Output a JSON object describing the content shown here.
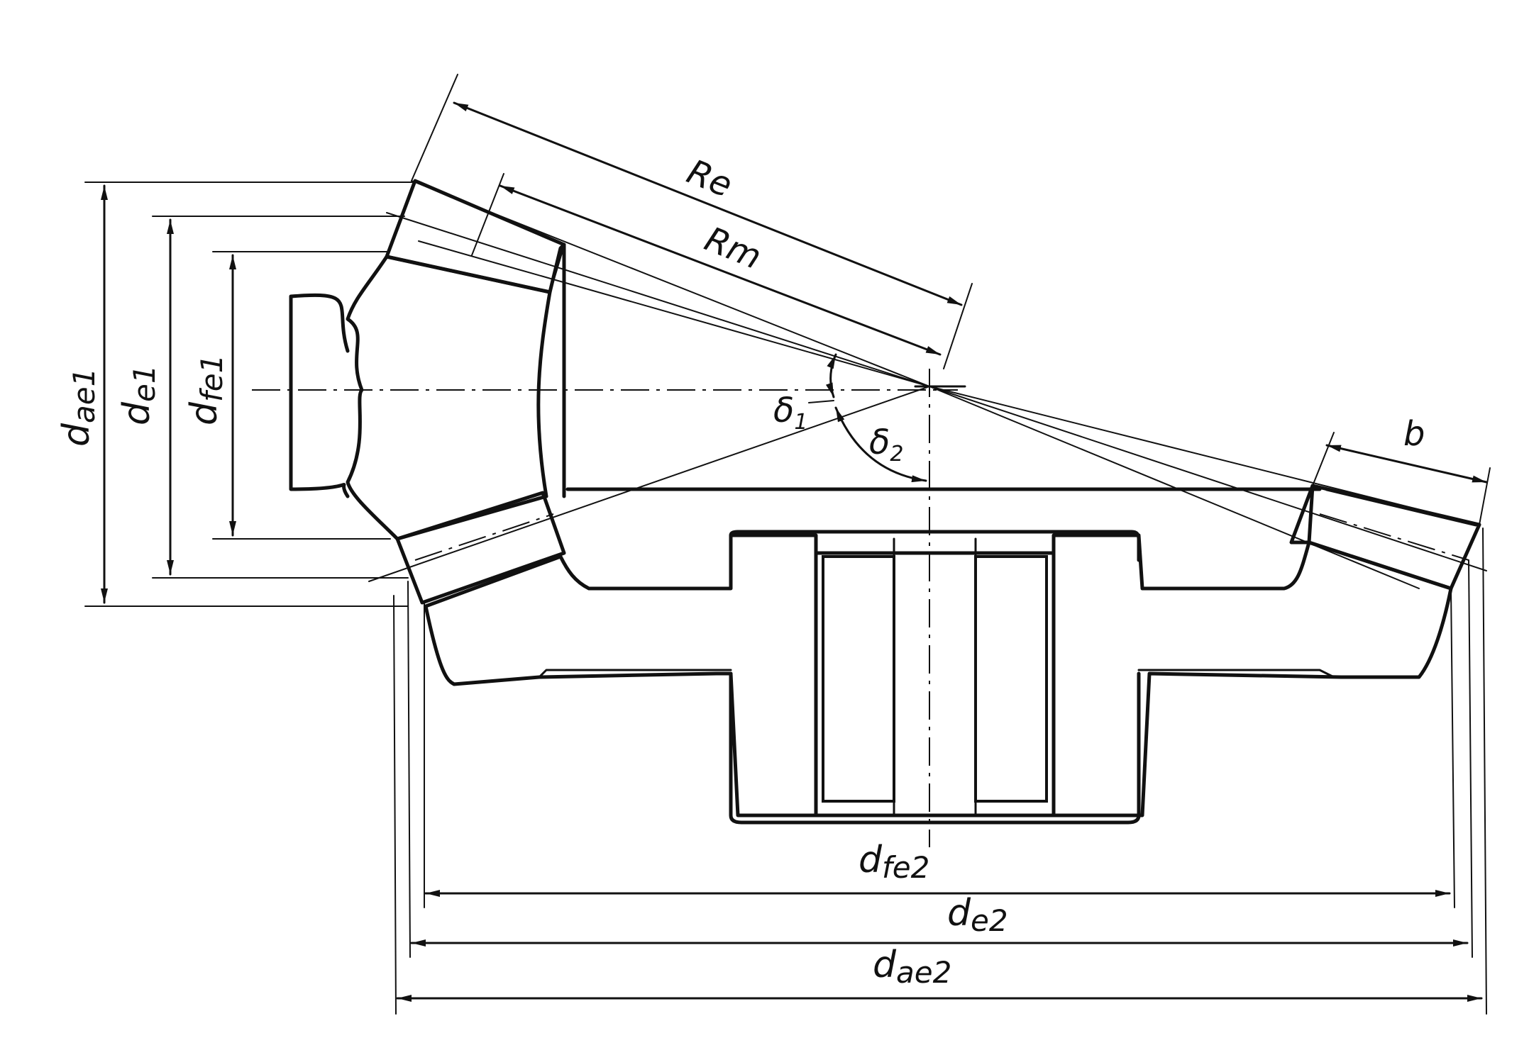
{
  "labels": {
    "re": "Re",
    "rm": "Rm",
    "b": "b",
    "delta1": "δ",
    "delta1_sub": "1",
    "delta2": "δ",
    "delta2_sub": "2",
    "dae1": "d",
    "dae1_sub": "ae1",
    "de1": "d",
    "de1_sub": "e1",
    "dfe1": "d",
    "dfe1_sub": "fe1",
    "dfe2": "d",
    "dfe2_sub": "fe2",
    "de2": "d",
    "de2_sub": "e2",
    "dae2": "d",
    "dae2_sub": "ae2"
  },
  "colors": {
    "ink": "#111111",
    "paper": "#ffffff"
  }
}
